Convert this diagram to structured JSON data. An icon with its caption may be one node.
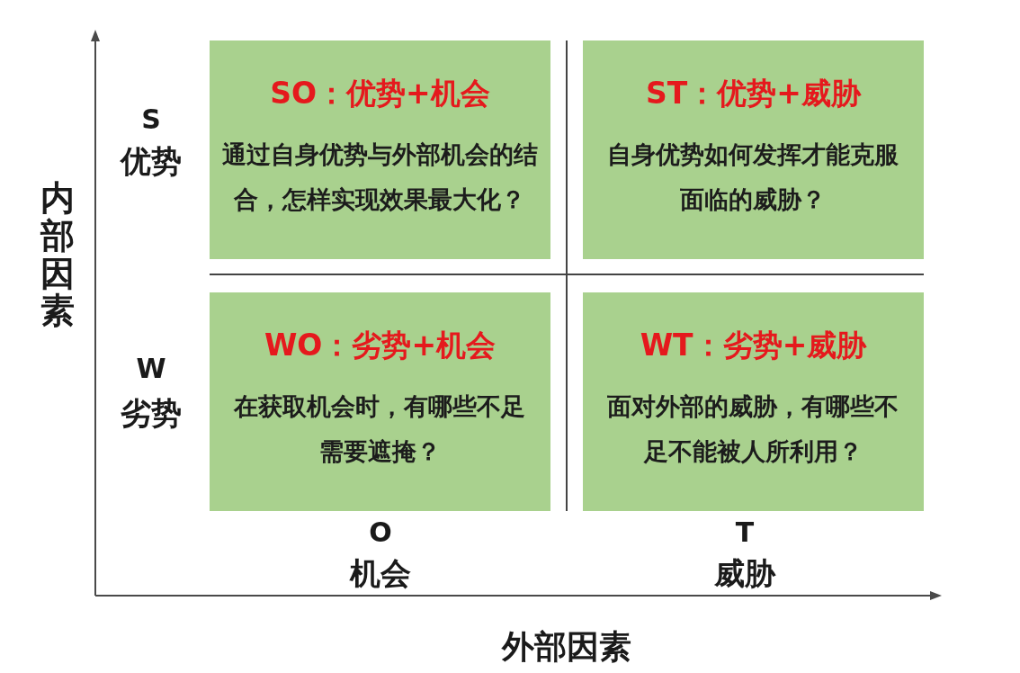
{
  "diagram": {
    "nodes": [
      {
        "text": [
          "SO：优势+机会",
          "通过自身优势与外部机会的结合，怎样实现效果最大化？"
        ]
      },
      {
        "text": [
          "ST：优势+威胁",
          "自身优势如何发挥才能克服面临的威胁？"
        ]
      },
      {
        "text": [
          "WO：劣势+机会",
          "在获取机会时，有哪些不足需要遮掩？"
        ]
      },
      {
        "text": [
          "WT：劣势+威胁",
          "面对外部的威胁，有哪些不足不能被人所利用？"
        ]
      }
    ],
    "labels": [
      "内部因素",
      "S",
      "优势",
      "W",
      "劣势",
      "O",
      "机会",
      "T",
      "威胁",
      "外部因素"
    ]
  }
}
